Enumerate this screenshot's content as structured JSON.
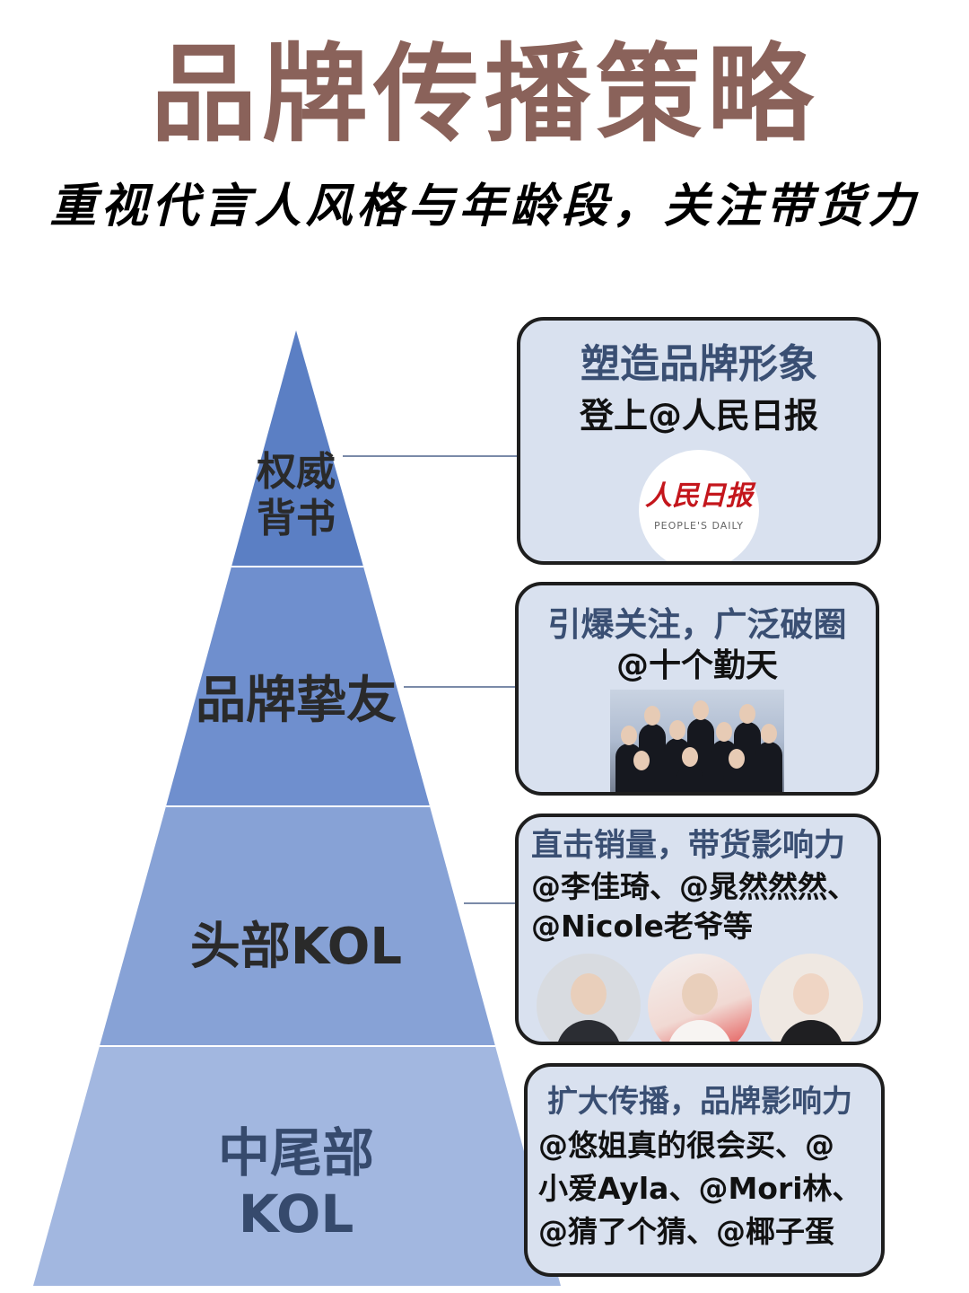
{
  "title": "品牌传播策略",
  "subtitle": "重视代言人风格与年龄段，关注带货力",
  "colors": {
    "title": "#8a625a",
    "box_head": "#3a4f73",
    "box_bg": "#d9e1ef",
    "connector": "#7a8aa8"
  },
  "tiers": [
    {
      "label": "权威背书",
      "color": "#5b7fc4",
      "box": {
        "heading": "塑造品牌形象",
        "lines": [
          "登上@人民日报"
        ],
        "logo_main": "人民日报",
        "logo_sub": "PEOPLE'S DAILY"
      }
    },
    {
      "label": "品牌挚友",
      "color": "#6f8fce",
      "box": {
        "heading": "引爆关注，广泛破圈",
        "lines": [
          "@十个勤天"
        ]
      }
    },
    {
      "label": "头部KOL",
      "color": "#87a2d6",
      "box": {
        "heading": "直击销量，带货影响力",
        "lines": [
          "@李佳琦、@晁然然然、",
          "@Nicole老爷等"
        ]
      }
    },
    {
      "label": "中尾部KOL",
      "color": "#a2b7e0",
      "box": {
        "heading": "扩大传播，品牌影响力",
        "lines": [
          "@悠姐真的很会买、@",
          "小爱Ayla、@Mori林、",
          "@猜了个猜、@椰子蛋"
        ]
      }
    }
  ]
}
